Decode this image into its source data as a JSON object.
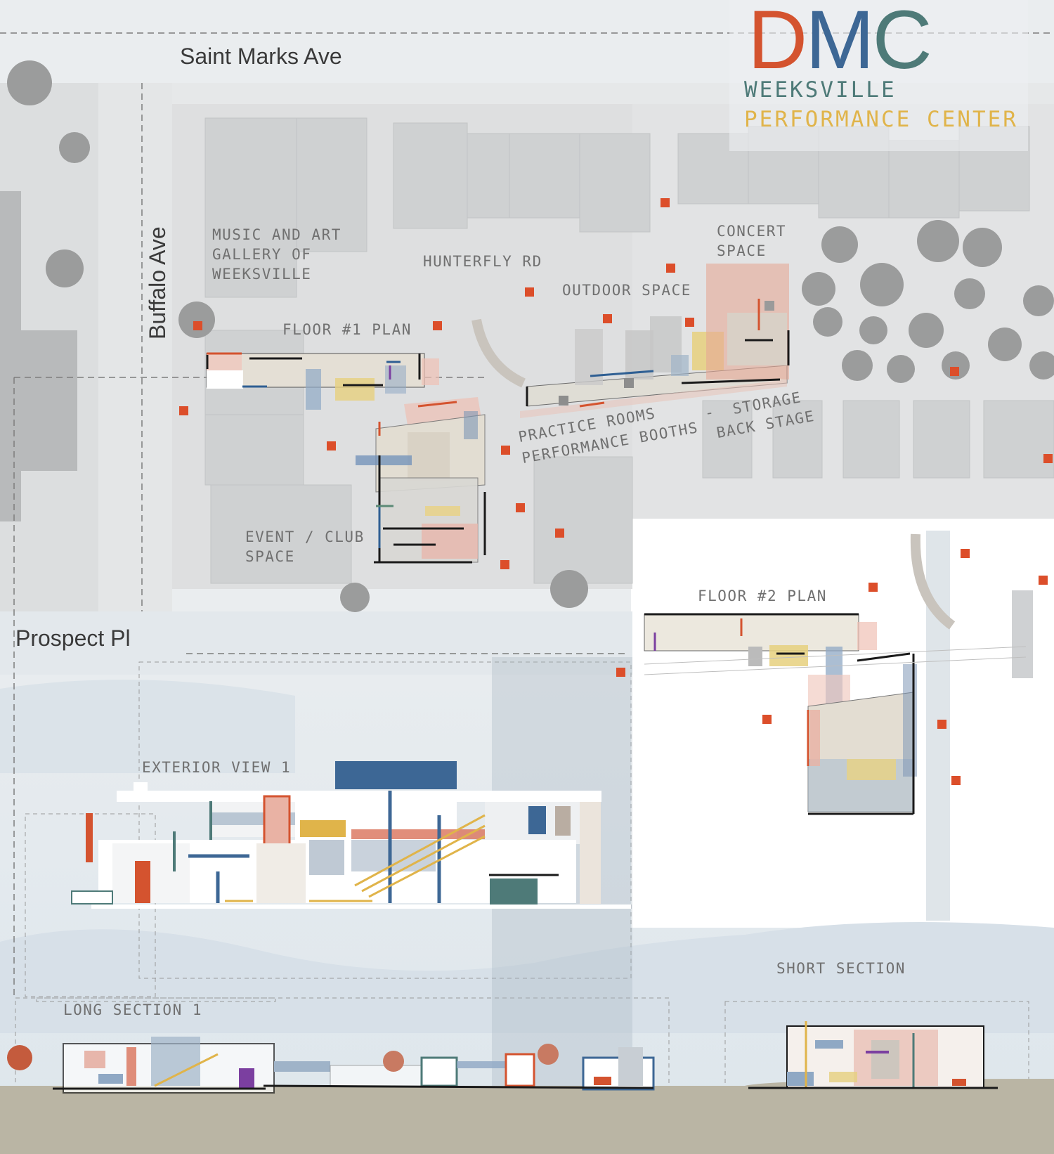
{
  "title": {
    "letters": [
      "D",
      "M",
      "C"
    ],
    "line1": "WEEKSVILLE",
    "line2": "PERFORMANCE CENTER"
  },
  "streets": {
    "north": "Saint Marks Ave",
    "west": "Buffalo Ave",
    "south": "Prospect Pl"
  },
  "labels": {
    "gallery": "MUSIC AND ART\nGALLERY OF\nWEEKSVILLE",
    "hunterfly": "HUNTERFLY RD",
    "concert": "CONCERT\nSPACE",
    "outdoor": "OUTDOOR SPACE",
    "floor1": "FLOOR #1 PLAN",
    "practice": "PRACTICE ROOMS",
    "booths": "PERFORMANCE BOOTHS",
    "dash": "-",
    "storage": "STORAGE",
    "backstage": "BACK STAGE",
    "event": "EVENT / CLUB\nSPACE",
    "floor2": "FLOOR #2 PLAN",
    "exterior": "EXTERIOR VIEW 1",
    "short_section": "SHORT SECTION",
    "long_section": "LONG SECTION 1"
  },
  "colors": {
    "orange": "#d4532f",
    "blue": "#3d6795",
    "teal": "#4e7a78",
    "mustard": "#e0b44a",
    "ground": "#b9b5a5"
  }
}
